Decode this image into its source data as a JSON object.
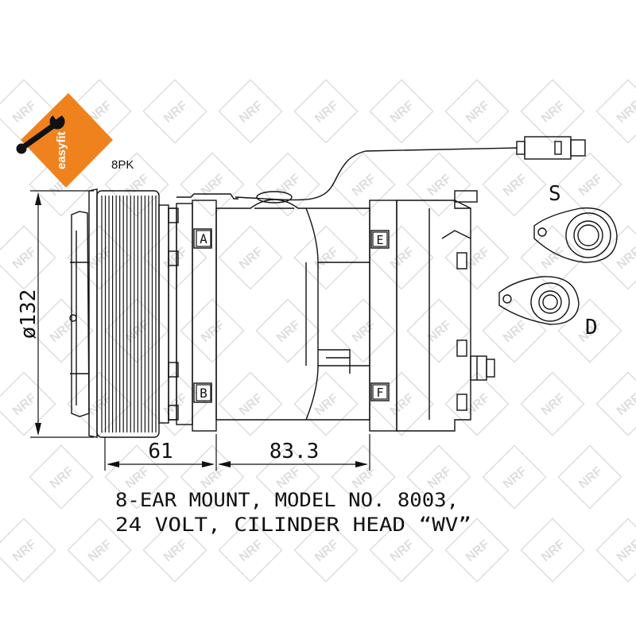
{
  "colors": {
    "line": "#111111",
    "badge": "#f0821e",
    "badge_text": "#ffffff",
    "watermark": "#dedede",
    "background": "#ffffff"
  },
  "badge": {
    "icon": "wrench-icon",
    "text": "easyfit"
  },
  "pulley_grooves": "8PK",
  "watermark_text": "NRF",
  "dimensions": {
    "diameter": "ø132",
    "clutch_length": "61",
    "body_length": "83.3"
  },
  "port_labels": {
    "suction": "S",
    "discharge": "D"
  },
  "mount_labels": [
    "A",
    "B",
    "E",
    "F"
  ],
  "caption": {
    "line1": "8-EAR MOUNT, MODEL NO. 8003,",
    "line2": "24 VOLT, CILINDER HEAD “WV”"
  }
}
